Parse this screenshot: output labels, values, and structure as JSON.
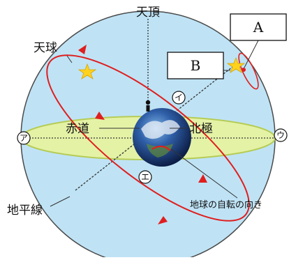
{
  "labels": {
    "zenith": "天頂",
    "celestial_sphere": "天球",
    "equator": "赤道",
    "north_pole": "北極",
    "horizon": "地平線",
    "earth_rotation": "地球の自転の向き",
    "box_a": "A",
    "box_b": "B",
    "point_a": "ア",
    "point_i": "イ",
    "point_u": "ウ",
    "point_e": "エ"
  },
  "colors": {
    "sphere_fill": "#bfe3f5",
    "sphere_stroke": "#4a4a4a",
    "horizon_fill": "#e4f2a6",
    "horizon_stroke": "#b6cc55",
    "orbit": "#e01e1e",
    "star": "#ffd21e",
    "axis": "#222222"
  },
  "icons": [
    "star-icon",
    "person-icon",
    "earth-icon",
    "arrow-icon"
  ]
}
